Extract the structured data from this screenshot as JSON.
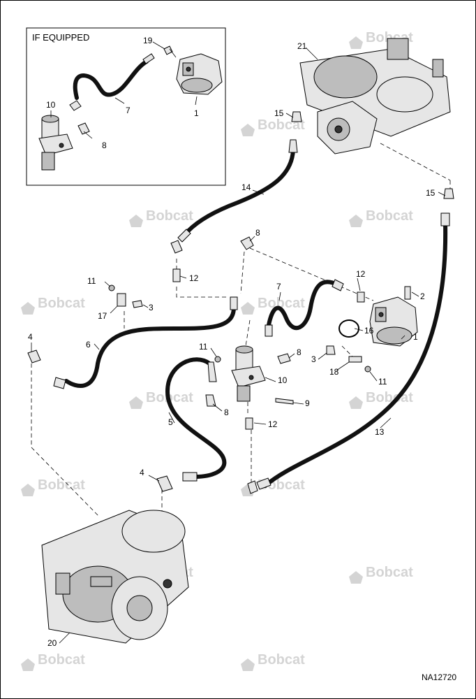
{
  "inset": {
    "title": "IF EQUIPPED"
  },
  "watermark": {
    "brand": "Bobcat"
  },
  "figure_code": "NA12720",
  "callouts": {
    "c21": "21",
    "c15a": "15",
    "c15b": "15",
    "c14": "14",
    "c19": "19",
    "c10a": "10",
    "c7a": "7",
    "c8a": "8",
    "c1a": "1",
    "c8b": "8",
    "c12a": "12",
    "c11a": "11",
    "c3a": "3",
    "c17": "17",
    "c7b": "7",
    "c12b": "12",
    "c2": "2",
    "c1b": "1",
    "c16": "16",
    "c4a": "4",
    "c6": "6",
    "c11b": "11",
    "c8c": "8",
    "c10b": "10",
    "c3b": "3",
    "c18": "18",
    "c11c": "11",
    "c5": "5",
    "c8d": "8",
    "c9": "9",
    "c12c": "12",
    "c13": "13",
    "c4b": "4",
    "c20": "20"
  },
  "colors": {
    "hose": "#111111",
    "watermark": "#d4d4d4",
    "line": "#000000"
  }
}
